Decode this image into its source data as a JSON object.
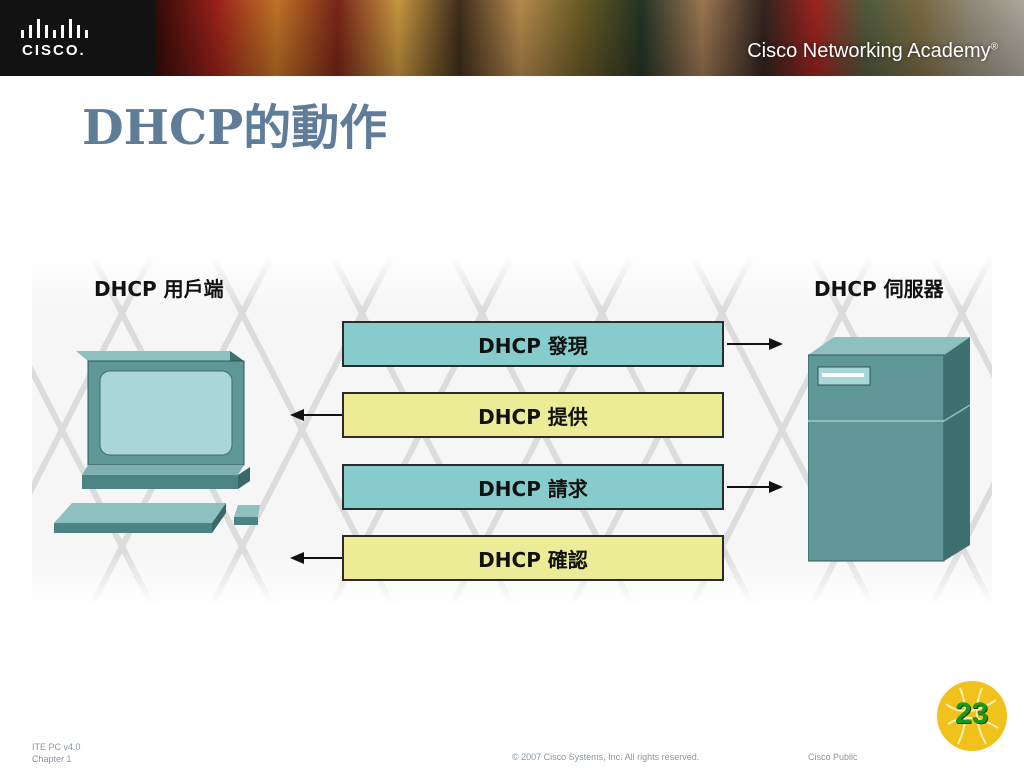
{
  "banner": {
    "logo_text": "CISCO.",
    "academy_text": "Cisco Networking Academy",
    "academy_mark": "®"
  },
  "slide": {
    "title": "DHCP的動作",
    "page_number": "23"
  },
  "diagram": {
    "client_label": "DHCP 用戶端",
    "server_label": "DHCP 伺服器",
    "messages": [
      {
        "label": "DHCP 發現",
        "direction": "to-server",
        "color": "#86cccc"
      },
      {
        "label": "DHCP 提供",
        "direction": "to-client",
        "color": "#ecec96"
      },
      {
        "label": "DHCP 請求",
        "direction": "to-server",
        "color": "#86cccc"
      },
      {
        "label": "DHCP 確認",
        "direction": "to-client",
        "color": "#ecec96"
      }
    ],
    "device_color": "#5f9797"
  },
  "footer": {
    "course": "ITE PC v4.0",
    "chapter": "Chapter 1",
    "copyright": "© 2007 Cisco Systems, Inc. All rights reserved.",
    "classification": "Cisco Public"
  },
  "colors": {
    "title": "#5f7d99",
    "footer_text": "#8a96a6",
    "badge": "#f1c21c",
    "page_number": "#1a9a1a"
  }
}
